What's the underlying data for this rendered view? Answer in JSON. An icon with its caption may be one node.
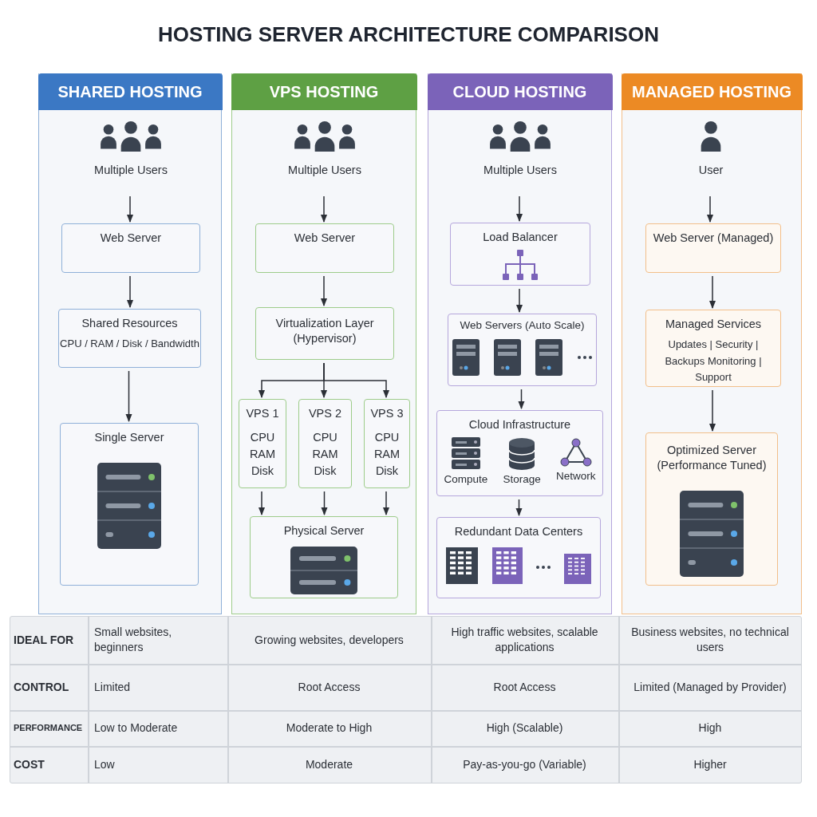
{
  "diagram": {
    "title": "HOSTING SERVER ARCHITECTURE COMPARISON",
    "nodes": [
      {
        "text": [
          "SHARED HOSTING"
        ]
      },
      {
        "text": [
          "Multiple Users"
        ],
        "in": 0
      },
      {
        "text": [
          "Web Server"
        ],
        "in": 0
      },
      {
        "text": [
          "Shared Resources",
          "CPU / RAM / Disk / Bandwidth"
        ],
        "in": 0
      },
      {
        "text": [
          "Single Server"
        ],
        "in": 0
      },
      {
        "text": [
          "VPS HOSTING"
        ]
      },
      {
        "text": [
          "Multiple Users"
        ],
        "in": 5
      },
      {
        "text": [
          "Web Server"
        ],
        "in": 5
      },
      {
        "text": [
          "Virtualization Layer (Hypervisor)"
        ],
        "in": 5
      },
      {
        "text": [
          "VPS 1",
          "CPU RAM Disk"
        ],
        "in": 5
      },
      {
        "text": [
          "VPS 2",
          "CPU RAM Disk"
        ],
        "in": 5
      },
      {
        "text": [
          "VPS 3",
          "CPU RAM Disk"
        ],
        "in": 5
      },
      {
        "text": [
          "Physical Server"
        ],
        "in": 5
      },
      {
        "text": [
          "CLOUD HOSTING"
        ]
      },
      {
        "text": [
          "Multiple Users"
        ],
        "in": 13
      },
      {
        "text": [
          "Load Balancer"
        ],
        "in": 13
      },
      {
        "text": [
          "Web Servers (Auto Scale)"
        ],
        "in": 13
      },
      {
        "text": [
          "Cloud Infrastructure",
          "Compute",
          "Storage",
          "Network"
        ],
        "in": 13
      },
      {
        "text": [
          "Redundant Data Centers"
        ],
        "in": 13
      },
      {
        "text": [
          "MANAGED HOSTING"
        ]
      },
      {
        "text": [
          "User"
        ],
        "in": 19
      },
      {
        "text": [
          "Web Server (Managed)"
        ],
        "in": 19
      },
      {
        "text": [
          "Managed Services",
          "Updates | Security | Backups Monitoring | Support"
        ],
        "in": 19
      },
      {
        "text": [
          "Optimized Server (Performance Tuned)"
        ],
        "in": 19
      }
    ],
    "edges": [
      {
        "from": 1,
        "to": 2,
        "arrow": "to"
      },
      {
        "from": 2,
        "to": 3,
        "arrow": "to"
      },
      {
        "from": 3,
        "to": 4,
        "arrow": "to"
      },
      {
        "from": 6,
        "to": 7,
        "arrow": "to"
      },
      {
        "from": 7,
        "to": 8,
        "arrow": "to"
      },
      {
        "from": 8,
        "to": 9,
        "arrow": "to"
      },
      {
        "from": 8,
        "to": 10,
        "arrow": "to"
      },
      {
        "from": 8,
        "to": 11,
        "arrow": "to"
      },
      {
        "from": 9,
        "to": 12,
        "arrow": "to"
      },
      {
        "from": 10,
        "to": 12,
        "arrow": "to"
      },
      {
        "from": 11,
        "to": 12,
        "arrow": "to"
      },
      {
        "from": 14,
        "to": 15,
        "arrow": "to"
      },
      {
        "from": 15,
        "to": 16,
        "arrow": "to"
      },
      {
        "from": 16,
        "to": 17,
        "arrow": "to"
      },
      {
        "from": 17,
        "to": 18,
        "arrow": "to"
      },
      {
        "from": 20,
        "to": 21,
        "arrow": "to"
      },
      {
        "from": 21,
        "to": 22,
        "arrow": "to"
      },
      {
        "from": 22,
        "to": 23,
        "arrow": "to"
      }
    ],
    "labels": [
      "IDEAL FOR",
      "Small websites, beginners",
      "Growing websites, developers",
      "High traffic websites, scalable applications",
      "Business websites, no technical users",
      "CONTROL",
      "Limited",
      "Root Access",
      "Root Access",
      "Limited (Managed by Provider)",
      "PERFORMANCE",
      "Low to Moderate",
      "Moderate to High",
      "High (Scalable)",
      "High",
      "COST",
      "Low",
      "Moderate",
      "Pay-as-you-go (Variable)",
      "Higher"
    ]
  }
}
